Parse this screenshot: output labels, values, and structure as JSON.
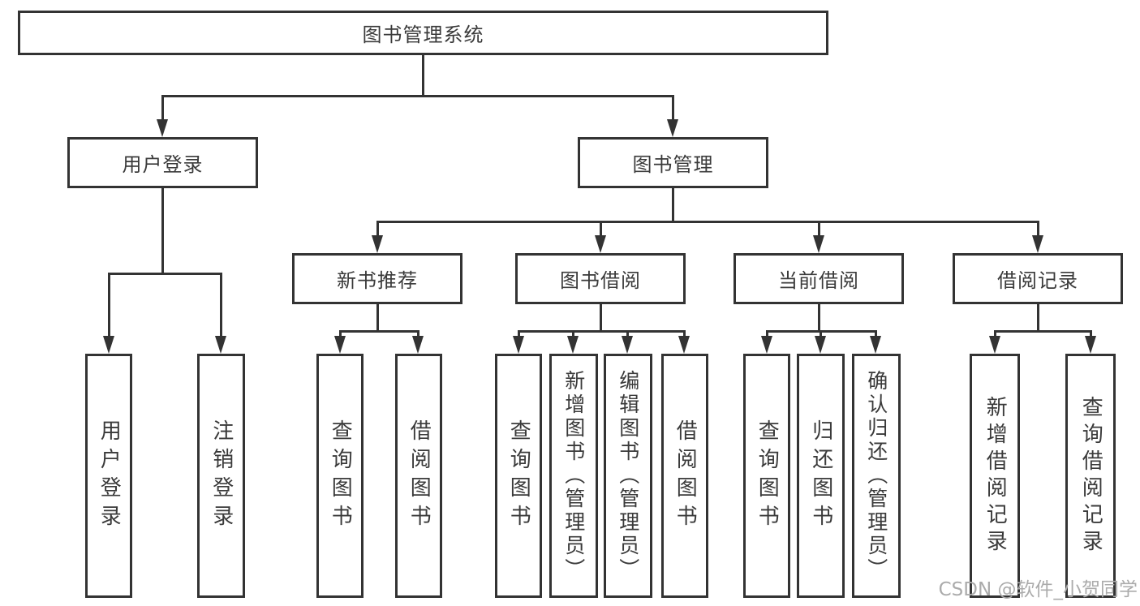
{
  "tree": {
    "root": {
      "label": "图书管理系统"
    },
    "children": [
      {
        "label": "用户登录",
        "children": [
          {
            "label": "用户登录"
          },
          {
            "label": "注销登录"
          }
        ]
      },
      {
        "label": "图书管理",
        "children": [
          {
            "label": "新书推荐",
            "children": [
              {
                "label": "查询图书"
              },
              {
                "label": "借阅图书"
              }
            ]
          },
          {
            "label": "图书借阅",
            "children": [
              {
                "label": "查询图书"
              },
              {
                "label": "新增图书（管理员）"
              },
              {
                "label": "编辑图书（管理员）"
              },
              {
                "label": "借阅图书"
              }
            ]
          },
          {
            "label": "当前借阅",
            "children": [
              {
                "label": "查询图书"
              },
              {
                "label": "归还图书"
              },
              {
                "label": "确认归还（管理员）"
              }
            ]
          },
          {
            "label": "借阅记录",
            "children": [
              {
                "label": "新增借阅记录"
              },
              {
                "label": "查询借阅记录"
              }
            ]
          }
        ]
      }
    ]
  },
  "watermark": {
    "text": "CSDN @软件_小贺同学"
  },
  "colors": {
    "line": "#333333",
    "text": "#3a3a3a",
    "box_fill": "#ffffff",
    "watermark": "#ababab",
    "background": "#ffffff"
  }
}
